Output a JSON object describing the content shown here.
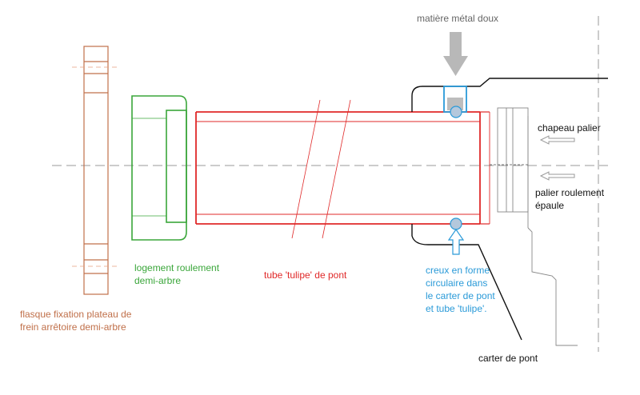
{
  "labels": {
    "material": "matière métal doux",
    "bearing_cap": "chapeau palier",
    "bearing_shoulder": "palier roulement\népaule",
    "bearing_housing": "logement roulement\ndemi-arbre",
    "tube": "tube 'tulipe' de pont",
    "hollow": "creux en forme\ncirculaire dans\nle carter de pont\net tube 'tulipe'.",
    "flange": "flasque fixation plateau de\nfrein arrêtoire demi-arbre",
    "housing": "carter de pont"
  },
  "colors": {
    "flange": "#c0704a",
    "bearing_housing": "#3aa63a",
    "tube": "#e02828",
    "hollow": "#2a9ad8",
    "housing": "#111111",
    "material": "#666666",
    "arrow": "#b8b8b8",
    "axis": "#999999"
  }
}
